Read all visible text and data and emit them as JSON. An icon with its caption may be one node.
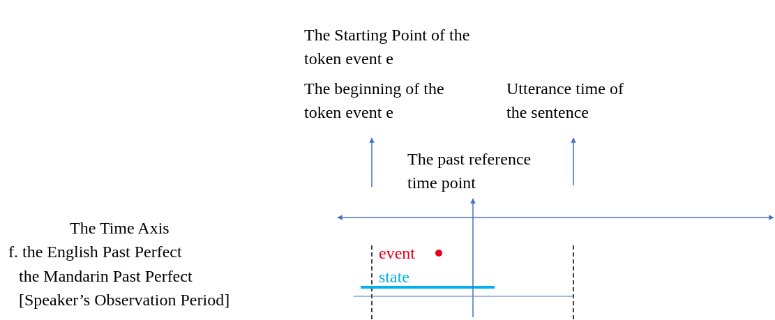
{
  "diagram": {
    "nodes": [
      {
        "text": [
          "The beginning of the token event e"
        ]
      },
      {
        "text": [
          "Utterance time of the sentence"
        ]
      },
      {
        "text": [
          "The past reference time point"
        ]
      }
    ],
    "edges": [
      {
        "from": null,
        "to": 0,
        "arrow": "to"
      },
      {
        "from": null,
        "to": 1,
        "arrow": "to"
      },
      {
        "from": null,
        "to": 2,
        "arrow": "to"
      }
    ],
    "labels": [
      "The Starting Point of the token event e",
      "The Time Axis",
      "f. the English Past Perfect",
      "the Mandarin Past Perfect",
      "[Speaker’s Observation Period]",
      "event",
      "state"
    ]
  }
}
